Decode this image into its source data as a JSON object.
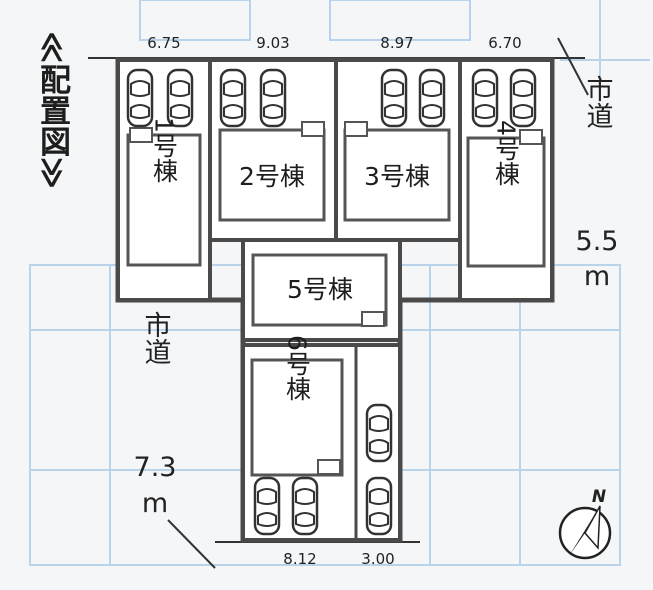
{
  "title": "≪配置図≫",
  "frontage_dims": [
    "6.75",
    "9.03",
    "8.97",
    "6.70"
  ],
  "bottom_dims": [
    "8.12",
    "3.00"
  ],
  "buildings": [
    "1号棟",
    "2号棟",
    "3号棟",
    "4号棟",
    "5号棟",
    "6号棟"
  ],
  "road_east": {
    "name": "市道",
    "width": "5.5",
    "unit": "m"
  },
  "road_west": {
    "name": "市道",
    "width": "7.3",
    "unit": "m"
  },
  "compass": {
    "label": "N"
  },
  "colors": {
    "ink": "#4a4a4a",
    "paper": "#ffffff",
    "background": "#f4f6f8",
    "blueprint": "#b9d3ea"
  }
}
